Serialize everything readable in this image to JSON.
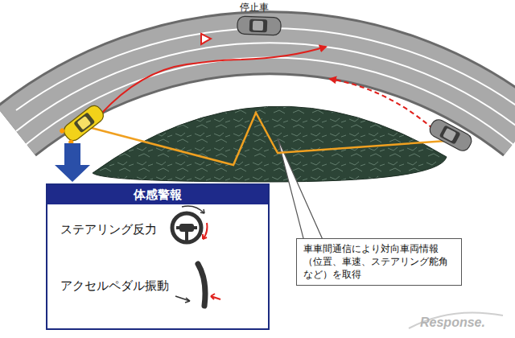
{
  "diagram": {
    "nodes": [
      {
        "text": [
          "体感警報",
          "ステアリング反力",
          "アクセルペダル振動"
        ]
      },
      {
        "text": [
          "車車間通信により対向車両情報（位置、車速、ステアリング舵角など）を取得"
        ]
      }
    ],
    "labels": [
      "停止車",
      "Response."
    ]
  }
}
